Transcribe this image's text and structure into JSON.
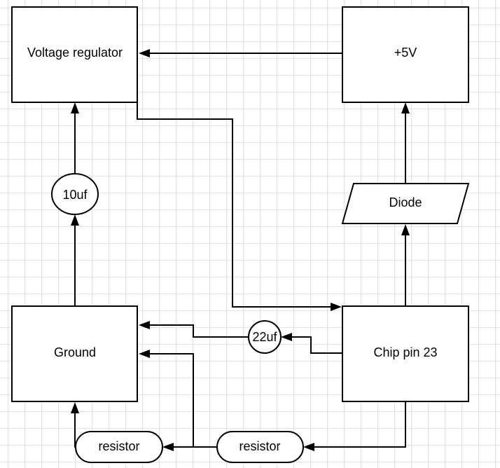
{
  "diagram": {
    "nodes": {
      "voltage_regulator": "Voltage regulator",
      "plus_5v": "+5V",
      "diode": "Diode",
      "cap_10uf": "10uf",
      "ground": "Ground",
      "cap_22uf": "22uf",
      "chip_pin_23": "Chip pin 23",
      "resistor_left": "resistor",
      "resistor_right": "resistor"
    },
    "colors": {
      "stroke": "#000000",
      "fill": "#ffffff",
      "grid": "#e3e3e3"
    }
  }
}
